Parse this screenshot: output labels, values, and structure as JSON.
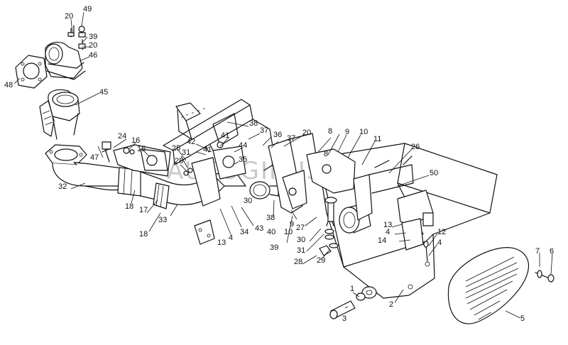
{
  "watermark": "AUTOGIRUS.RU",
  "callouts": [
    "1",
    "2",
    "3",
    "4",
    "5",
    "6",
    "7",
    "8",
    "9",
    "10",
    "11",
    "12",
    "13",
    "14",
    "15",
    "16",
    "17",
    "18",
    "20",
    "24",
    "25",
    "26",
    "27",
    "28",
    "29",
    "30",
    "31",
    "32",
    "33",
    "34",
    "35",
    "36",
    "37",
    "38",
    "39",
    "40",
    "41",
    "42",
    "43",
    "44",
    "45",
    "46",
    "47",
    "48",
    "49",
    "50"
  ],
  "colors": {
    "ink": "#111111",
    "watermark": "#c9c9c9",
    "paper": "#ffffff"
  }
}
